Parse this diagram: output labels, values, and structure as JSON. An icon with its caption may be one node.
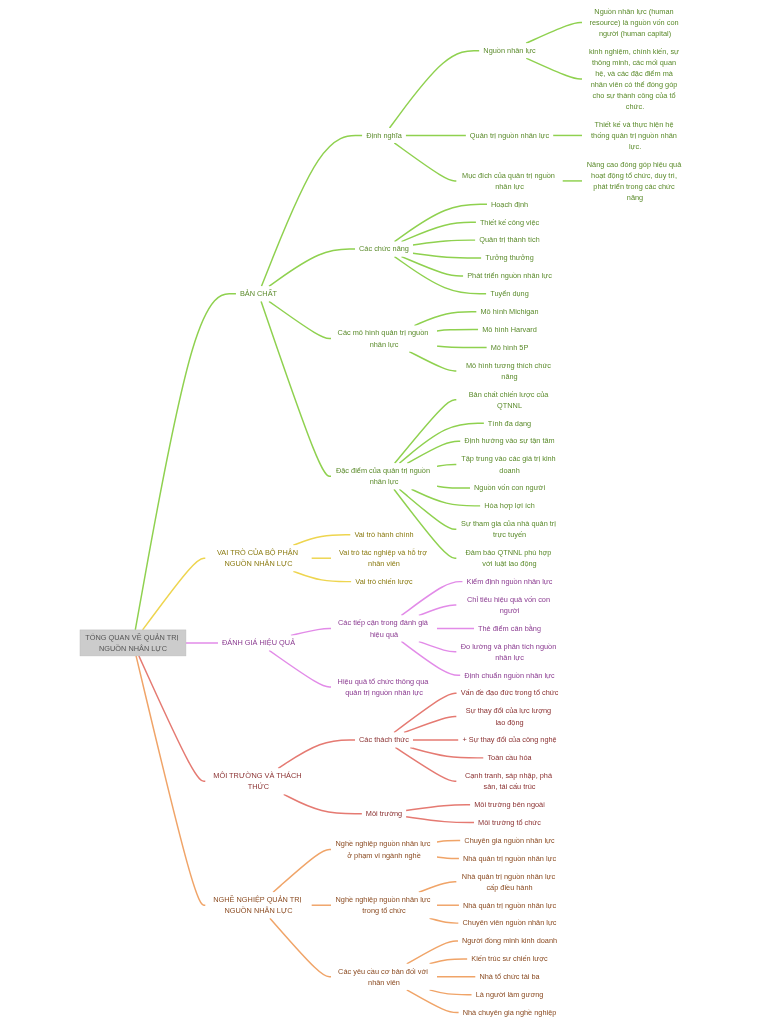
{
  "diagram": {
    "nodes": [
      {
        "text": [
          "TỔNG QUAN VỀ QUẢN TRỊ NGUỒN NHÂN LỰC"
        ]
      },
      {
        "text": [
          "BẢN CHẤT"
        ]
      },
      {
        "text": [
          "Định nghĩa"
        ]
      },
      {
        "text": [
          "Nguồn nhân lực"
        ]
      },
      {
        "text": [
          "Nguồn nhân lực (human resource) là nguồn vốn con người (human capital)"
        ]
      },
      {
        "text": [
          "kinh nghiệm, chính kiến, sự thông minh, các mối quan hệ, và các đặc điểm mà nhân viên có thể đóng góp cho sự thành công của tổ chức."
        ]
      },
      {
        "text": [
          "Quản trị nguồn nhân lực"
        ]
      },
      {
        "text": [
          "Thiết kế và thực hiện hệ thống quản trị nguồn nhân lực."
        ]
      },
      {
        "text": [
          "Mục đích của quản trị nguồn nhân lực"
        ]
      },
      {
        "text": [
          "Nâng cao đóng góp hiệu quả hoạt động tổ chức, duy trì, phát triển trong các chức năng"
        ]
      },
      {
        "text": [
          "Các chức năng"
        ]
      },
      {
        "text": [
          "Hoạch định"
        ]
      },
      {
        "text": [
          "Thiết kế công việc"
        ]
      },
      {
        "text": [
          "Quản trị thành tích"
        ]
      },
      {
        "text": [
          "Tưởng thưởng"
        ]
      },
      {
        "text": [
          "Phát triển nguồn nhân lực"
        ]
      },
      {
        "text": [
          "Tuyển dụng"
        ]
      },
      {
        "text": [
          "Các mô hình quản trị nguồn nhân lực"
        ]
      },
      {
        "text": [
          "Mô hình Michigan"
        ]
      },
      {
        "text": [
          "Mô hình Harvard"
        ]
      },
      {
        "text": [
          "Mô hình 5P"
        ]
      },
      {
        "text": [
          "Mô hình tương thích chức năng"
        ]
      },
      {
        "text": [
          "Đặc điểm của quản trị nguồn nhân lực"
        ]
      },
      {
        "text": [
          "Bản chất chiến lược của QTNNL"
        ]
      },
      {
        "text": [
          "Tính đa dạng"
        ]
      },
      {
        "text": [
          "Định hướng vào sự tận tâm"
        ]
      },
      {
        "text": [
          "Tập trung vào các giá trị kinh doanh"
        ]
      },
      {
        "text": [
          "Nguồn vốn con người"
        ]
      },
      {
        "text": [
          "Hòa hợp lợi ích"
        ]
      },
      {
        "text": [
          "Sự tham gia của nhà quản trị trực tuyến"
        ]
      },
      {
        "text": [
          "Đảm bảo QTNNL phù hợp với luật lao động"
        ]
      },
      {
        "text": [
          "VAI TRÒ CỦA BỘ PHẬN NGUỒN NHÂN LỰC"
        ]
      },
      {
        "text": [
          "Vai trò hành chính"
        ]
      },
      {
        "text": [
          "Vai trò tác nghiệp và hỗ trợ nhân viên"
        ]
      },
      {
        "text": [
          "Vai trò chiến lược"
        ]
      },
      {
        "text": [
          "ĐÁNH GIÁ HIỆU QUẢ"
        ]
      },
      {
        "text": [
          "Các tiếp cận trong đánh giá hiệu quả"
        ]
      },
      {
        "text": [
          "Kiểm định nguồn nhân lực"
        ]
      },
      {
        "text": [
          "Chỉ tiêu hiệu quả vốn con người"
        ]
      },
      {
        "text": [
          "Thẻ điểm cân bằng"
        ]
      },
      {
        "text": [
          "Đo lường và phân tích nguồn nhân lực"
        ]
      },
      {
        "text": [
          "Định chuẩn nguồn nhân lực"
        ]
      },
      {
        "text": [
          "Hiệu quả tổ chức thông qua quản trị nguồn nhân lực"
        ]
      },
      {
        "text": [
          "MÔI TRƯỜNG VÀ THÁCH THỨC"
        ]
      },
      {
        "text": [
          "Các thách thức"
        ]
      },
      {
        "text": [
          "Vấn đề đạo đức trong tổ chức"
        ]
      },
      {
        "text": [
          "Sự thay đổi của lực lượng lao động"
        ]
      },
      {
        "text": [
          "+ Sự thay đổi của công nghệ"
        ]
      },
      {
        "text": [
          "Toàn cầu hóa"
        ]
      },
      {
        "text": [
          "Cạnh tranh, sáp nhập, phá sản, tái cấu trúc"
        ]
      },
      {
        "text": [
          "Môi trường"
        ]
      },
      {
        "text": [
          "Môi trường bên ngoài"
        ]
      },
      {
        "text": [
          "Môi trường tổ chức"
        ]
      },
      {
        "text": [
          "NGHỀ NGHIỆP QUẢN TRỊ NGUỒN NHÂN LỰC"
        ]
      },
      {
        "text": [
          "Nghề nghiệp nguồn nhân lực ở phạm vi ngành nghề"
        ]
      },
      {
        "text": [
          "Chuyên gia nguồn nhân lực"
        ]
      },
      {
        "text": [
          "Nhà quản trị nguồn nhân lực"
        ]
      },
      {
        "text": [
          "Nghề nghiệp nguồn nhân lực trong tổ chức"
        ]
      },
      {
        "text": [
          "Nhà quản trị nguồn nhân lực cấp điều hành"
        ]
      },
      {
        "text": [
          "Nhà quản trị nguồn nhân lực"
        ]
      },
      {
        "text": [
          "Chuyên viên nguồn nhân lực"
        ]
      },
      {
        "text": [
          "Các yêu cầu cơ bản đối với nhân viên"
        ]
      },
      {
        "text": [
          "Người đồng minh kinh doanh"
        ]
      },
      {
        "text": [
          "Kiến trúc sư chiến lược"
        ]
      },
      {
        "text": [
          "Nhà tổ chức tài ba"
        ]
      },
      {
        "text": [
          "Là người làm gương"
        ]
      },
      {
        "text": [
          "Nhà chuyên gia nghề nghiệp"
        ]
      }
    ],
    "edges": [
      {
        "from": 0,
        "to": 1,
        "arrow": "none"
      },
      {
        "from": 1,
        "to": 2,
        "arrow": "none"
      },
      {
        "from": 2,
        "to": 3,
        "arrow": "none"
      },
      {
        "from": 3,
        "to": 4,
        "arrow": "none"
      },
      {
        "from": 3,
        "to": 5,
        "arrow": "none"
      },
      {
        "from": 2,
        "to": 6,
        "arrow": "none"
      },
      {
        "from": 6,
        "to": 7,
        "arrow": "none"
      },
      {
        "from": 2,
        "to": 8,
        "arrow": "none"
      },
      {
        "from": 8,
        "to": 9,
        "arrow": "none"
      },
      {
        "from": 1,
        "to": 10,
        "arrow": "none"
      },
      {
        "from": 10,
        "to": 11,
        "arrow": "none"
      },
      {
        "from": 10,
        "to": 12,
        "arrow": "none"
      },
      {
        "from": 10,
        "to": 13,
        "arrow": "none"
      },
      {
        "from": 10,
        "to": 14,
        "arrow": "none"
      },
      {
        "from": 10,
        "to": 15,
        "arrow": "none"
      },
      {
        "from": 10,
        "to": 16,
        "arrow": "none"
      },
      {
        "from": 1,
        "to": 17,
        "arrow": "none"
      },
      {
        "from": 17,
        "to": 18,
        "arrow": "none"
      },
      {
        "from": 17,
        "to": 19,
        "arrow": "none"
      },
      {
        "from": 17,
        "to": 20,
        "arrow": "none"
      },
      {
        "from": 17,
        "to": 21,
        "arrow": "none"
      },
      {
        "from": 1,
        "to": 22,
        "arrow": "none"
      },
      {
        "from": 22,
        "to": 23,
        "arrow": "none"
      },
      {
        "from": 22,
        "to": 24,
        "arrow": "none"
      },
      {
        "from": 22,
        "to": 25,
        "arrow": "none"
      },
      {
        "from": 22,
        "to": 26,
        "arrow": "none"
      },
      {
        "from": 22,
        "to": 27,
        "arrow": "none"
      },
      {
        "from": 22,
        "to": 28,
        "arrow": "none"
      },
      {
        "from": 22,
        "to": 29,
        "arrow": "none"
      },
      {
        "from": 22,
        "to": 30,
        "arrow": "none"
      },
      {
        "from": 0,
        "to": 31,
        "arrow": "none",
        "color": "#eed54f"
      },
      {
        "from": 31,
        "to": 32,
        "arrow": "none",
        "color": "#eed54f"
      },
      {
        "from": 31,
        "to": 33,
        "arrow": "none",
        "color": "#eed54f"
      },
      {
        "from": 31,
        "to": 34,
        "arrow": "none",
        "color": "#eed54f"
      },
      {
        "from": 0,
        "to": 35,
        "arrow": "none",
        "color": "#e28be8"
      },
      {
        "from": 35,
        "to": 36,
        "arrow": "none",
        "color": "#e28be8"
      },
      {
        "from": 36,
        "to": 37,
        "arrow": "none",
        "color": "#e28be8"
      },
      {
        "from": 36,
        "to": 38,
        "arrow": "none",
        "color": "#e28be8"
      },
      {
        "from": 36,
        "to": 39,
        "arrow": "none",
        "color": "#e28be8"
      },
      {
        "from": 36,
        "to": 40,
        "arrow": "none",
        "color": "#e28be8"
      },
      {
        "from": 36,
        "to": 41,
        "arrow": "none",
        "color": "#e28be8"
      },
      {
        "from": 35,
        "to": 42,
        "arrow": "none",
        "color": "#e28be8"
      },
      {
        "from": 0,
        "to": 43,
        "arrow": "none",
        "color": "#e57a72"
      },
      {
        "from": 43,
        "to": 44,
        "arrow": "none",
        "color": "#e57a72"
      },
      {
        "from": 44,
        "to": 45,
        "arrow": "none",
        "color": "#e57a72"
      },
      {
        "from": 44,
        "to": 46,
        "arrow": "none",
        "color": "#e57a72"
      },
      {
        "from": 44,
        "to": 47,
        "arrow": "none",
        "color": "#e57a72"
      },
      {
        "from": 44,
        "to": 48,
        "arrow": "none",
        "color": "#e57a72"
      },
      {
        "from": 44,
        "to": 49,
        "arrow": "none",
        "color": "#e57a72"
      },
      {
        "from": 43,
        "to": 50,
        "arrow": "none",
        "color": "#e57a72"
      },
      {
        "from": 50,
        "to": 51,
        "arrow": "none",
        "color": "#e57a72"
      },
      {
        "from": 50,
        "to": 52,
        "arrow": "none",
        "color": "#e57a72"
      },
      {
        "from": 0,
        "to": 53,
        "arrow": "none",
        "color": "#f0a468"
      },
      {
        "from": 53,
        "to": 54,
        "arrow": "none",
        "color": "#f0a468"
      },
      {
        "from": 54,
        "to": 55,
        "arrow": "none",
        "color": "#f0a468"
      },
      {
        "from": 54,
        "to": 56,
        "arrow": "none",
        "color": "#f0a468"
      },
      {
        "from": 53,
        "to": 57,
        "arrow": "none",
        "color": "#f0a468"
      },
      {
        "from": 57,
        "to": 58,
        "arrow": "none",
        "color": "#f0a468"
      },
      {
        "from": 57,
        "to": 59,
        "arrow": "none",
        "color": "#f0a468"
      },
      {
        "from": 57,
        "to": 60,
        "arrow": "none",
        "color": "#f0a468"
      },
      {
        "from": 53,
        "to": 61,
        "arrow": "none",
        "color": "#f0a468"
      },
      {
        "from": 61,
        "to": 62,
        "arrow": "none",
        "color": "#f0a468"
      },
      {
        "from": 61,
        "to": 63,
        "arrow": "none",
        "color": "#f0a468"
      },
      {
        "from": 61,
        "to": 64,
        "arrow": "none",
        "color": "#f0a468"
      },
      {
        "from": 61,
        "to": 65,
        "arrow": "none",
        "color": "#f0a468"
      },
      {
        "from": 61,
        "to": 66,
        "arrow": "none",
        "color": "#f0a468"
      }
    ]
  }
}
